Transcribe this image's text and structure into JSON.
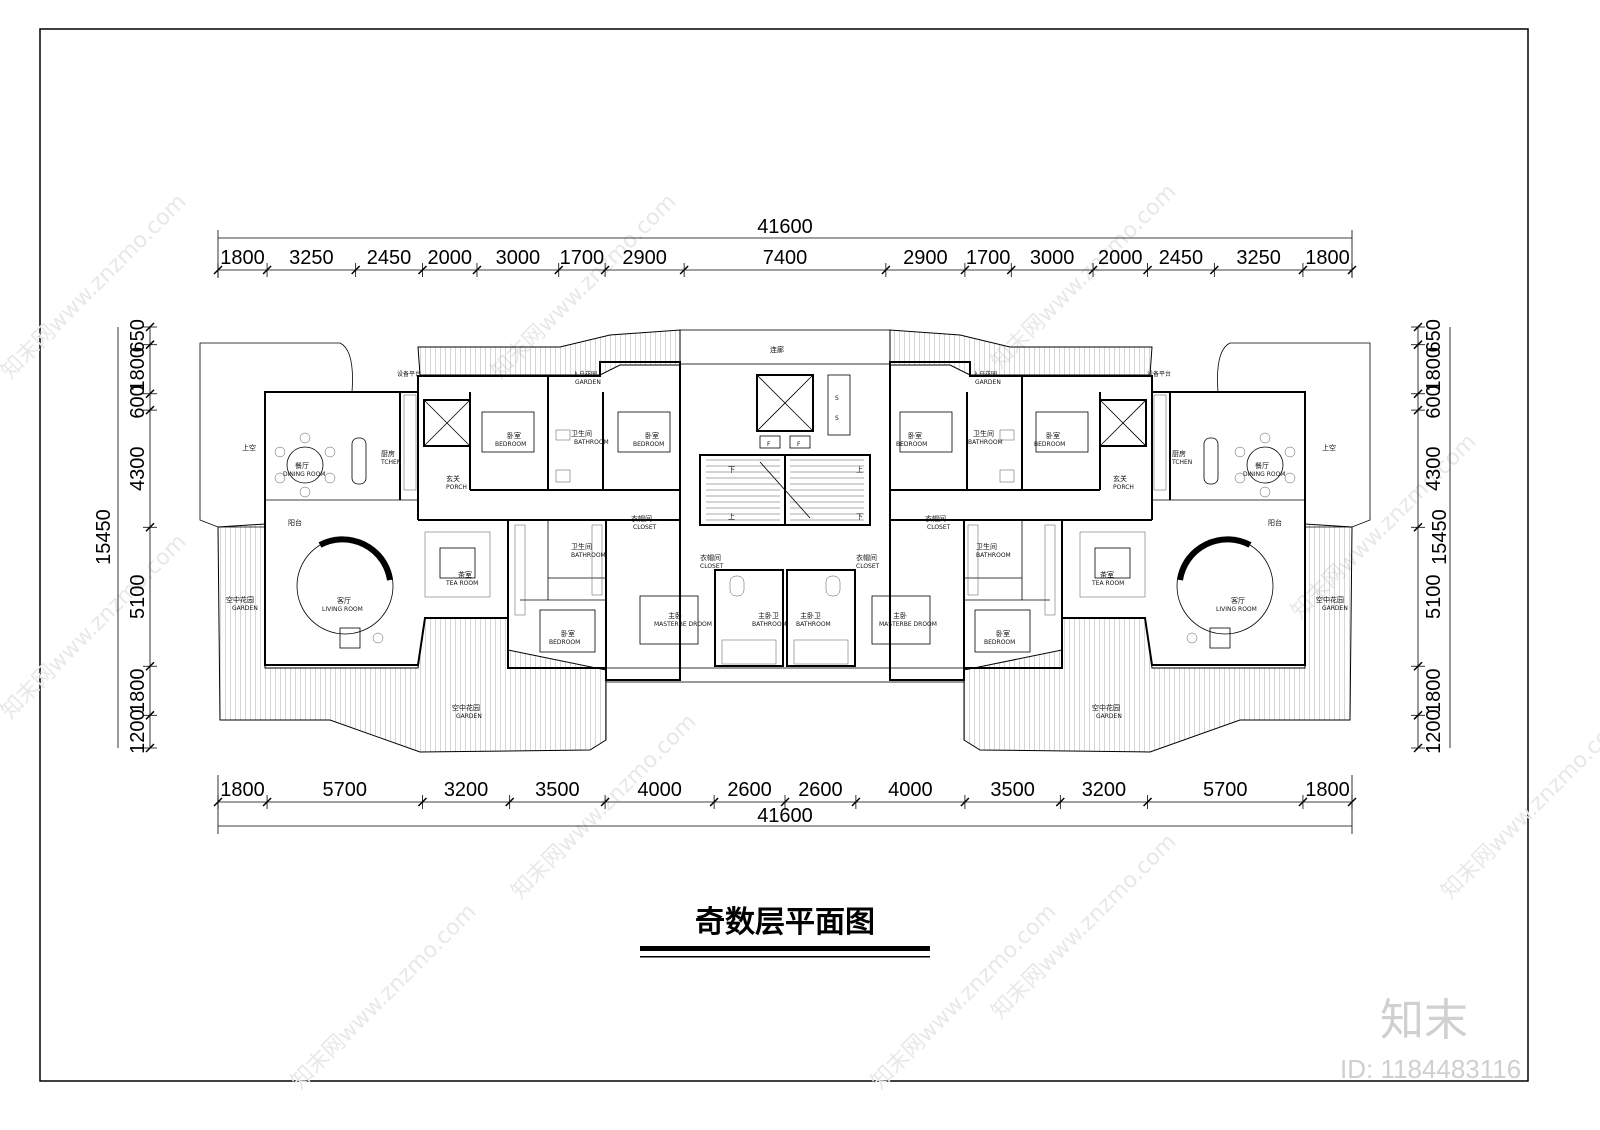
{
  "title": "奇数层平面图",
  "brand": "知末",
  "image_id": "ID: 1184483116",
  "watermark": "知末网www.znzmo.com",
  "dimensions": {
    "top_total": "41600",
    "top_segments": [
      "1800",
      "3250",
      "2450",
      "2000",
      "3000",
      "1700",
      "2900",
      "7400",
      "2900",
      "1700",
      "3000",
      "2000",
      "2450",
      "3250",
      "1800"
    ],
    "bottom_total": "41600",
    "bottom_segments": [
      "1800",
      "5700",
      "3200",
      "3500",
      "4000",
      "2600",
      "2600",
      "4000",
      "3500",
      "3200",
      "5700",
      "1800"
    ],
    "left_total": "15450",
    "left_segments": [
      "650",
      "1800",
      "600",
      "4300",
      "5100",
      "1800",
      "1200"
    ],
    "right_total": "15450",
    "right_segments": [
      "650",
      "1800",
      "600",
      "4300",
      "5100",
      "1800",
      "1200"
    ]
  },
  "rooms": {
    "corridor": "连廊",
    "garden_entry": "入户花园",
    "garden": "GARDEN",
    "equipment": "设备平台",
    "bedroom_cn": "卧室",
    "bedroom_en": "BEDROOM",
    "bathroom_cn": "卫生间",
    "bathroom_en": "BATHROOM",
    "dining_cn": "餐厅",
    "dining_en": "DINING ROOM",
    "kitchen_cn": "厨房",
    "kitchen_en": "TCHEN",
    "porch_cn": "玄关",
    "porch_en": "PORCH",
    "balcony": "阳台",
    "void": "上空",
    "tea_cn": "茶室",
    "tea_en": "TEA ROOM",
    "living_cn": "客厅",
    "living_en": "LIVING ROOM",
    "sky_garden": "空中花园",
    "closet_cn": "衣帽间",
    "closet_en": "CLOSET",
    "master_cn": "主卧",
    "master_en": "MASTERBE DROOM",
    "master_bath": "主卧卫",
    "stair_up": "上",
    "stair_down": "下",
    "elevator_f": "F",
    "shaft_s": "S"
  }
}
